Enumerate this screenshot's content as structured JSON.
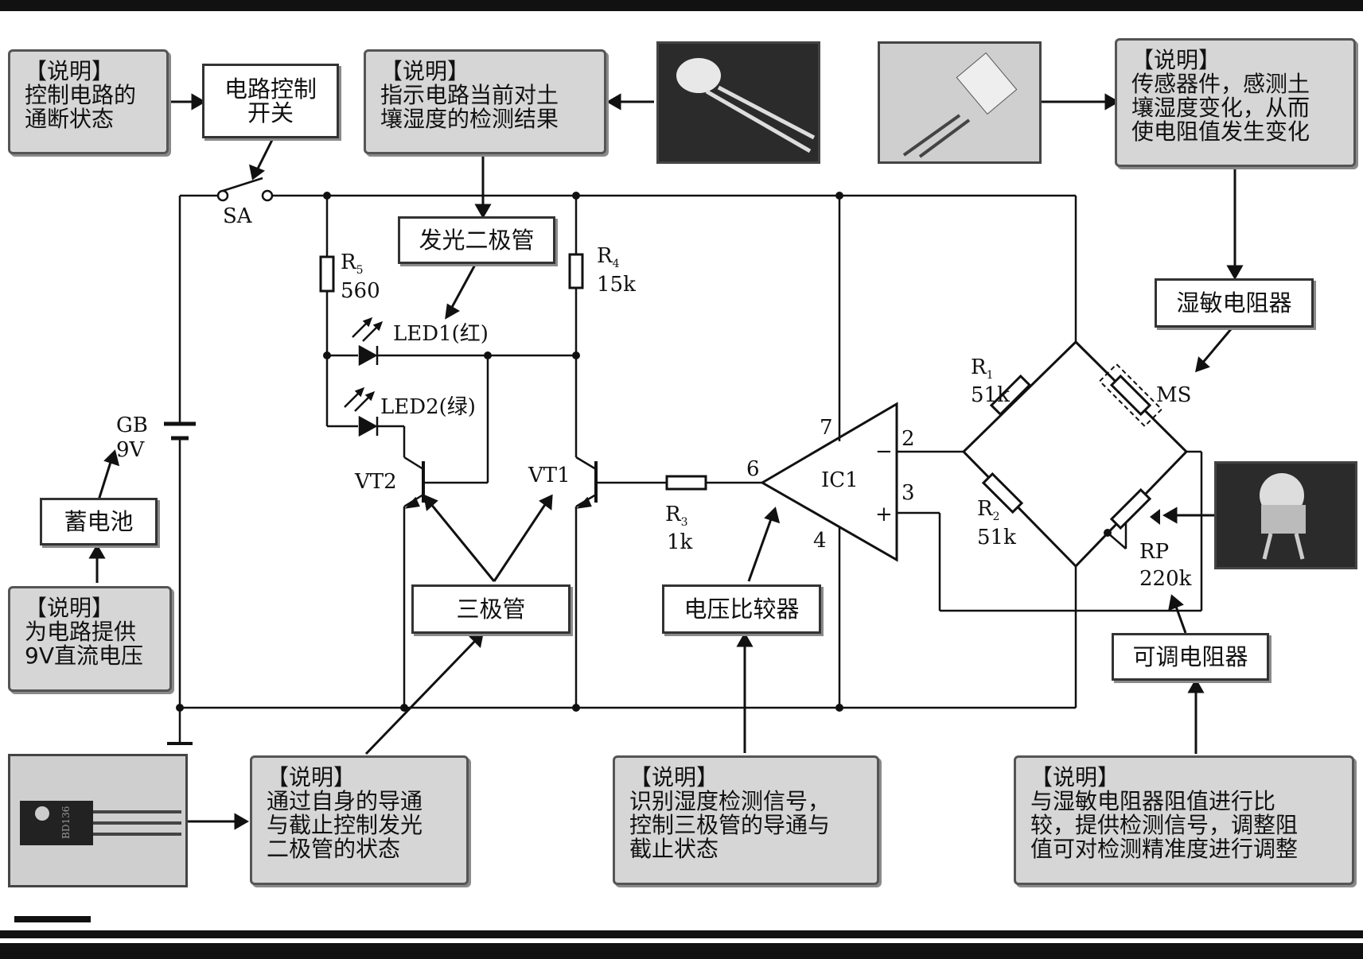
{
  "notes": {
    "switch": {
      "head": "【说明】",
      "body": "控制电路的\n通断状态"
    },
    "led": {
      "head": "【说明】",
      "body": "指示电路当前对土\n壤湿度的检测结果"
    },
    "sensor": {
      "head": "【说明】",
      "body": "传感器件，感测土\n壤湿度变化，从而\n使电阻值发生变化"
    },
    "battery": {
      "head": "【说明】",
      "body": "为电路提供\n9V直流电压"
    },
    "transistor": {
      "head": "【说明】",
      "body": "通过自身的导通\n与截止控制发光\n二极管的状态"
    },
    "comparator": {
      "head": "【说明】",
      "body": "识别湿度检测信号，\n控制三极管的导通与\n截止状态"
    },
    "pot": {
      "head": "【说明】",
      "body": "与湿敏电阻器阻值进行比\n较，提供检测信号，调整阻\n值可对检测精准度进行调整"
    }
  },
  "labels": {
    "switch": "电路控制\n开关",
    "led": "发光二极管",
    "humidity_resistor": "湿敏电阻器",
    "battery": "蓄电池",
    "transistor": "三极管",
    "comparator": "电压比较器",
    "pot": "可调电阻器"
  },
  "schematic": {
    "sa": "SA",
    "gb": "GB",
    "gb_v": "9V",
    "r5": "R",
    "r5_sub": "5",
    "r5_val": "560",
    "r4": "R",
    "r4_sub": "4",
    "r4_val": "15k",
    "led1": "LED1(红)",
    "led2": "LED2(绿)",
    "vt2": "VT2",
    "vt1": "VT1",
    "r3": "R",
    "r3_sub": "3",
    "r3_val": "1k",
    "ic": "IC1",
    "pin7": "7",
    "pin6": "6",
    "pin4": "4",
    "pin2": "2",
    "pin3": "3",
    "minus": "−",
    "plus": "+",
    "r1": "R",
    "r1_sub": "1",
    "r1_val": "51k",
    "r2": "R",
    "r2_sub": "2",
    "r2_val": "51k",
    "ms": "MS",
    "rp": "RP",
    "rp_val": "220k"
  },
  "photos": {
    "transistor_marking": "BD136"
  }
}
